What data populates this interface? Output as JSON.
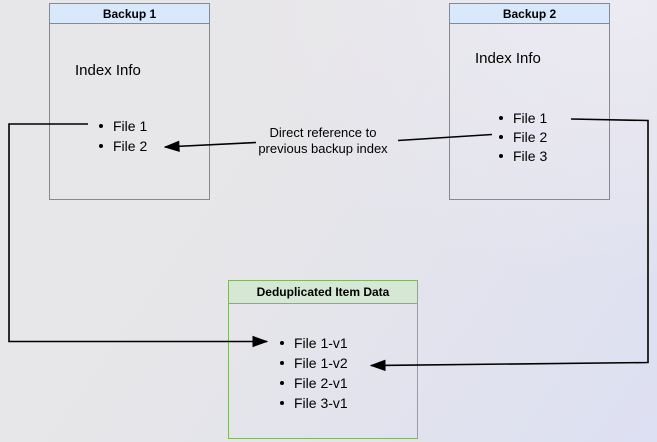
{
  "colors": {
    "blue_fill": "#dae8fc",
    "blue_border": "#6c8ebf",
    "green_fill": "#d5e8d4",
    "green_border": "#82b366",
    "line": "#000000",
    "text": "#000000",
    "bg_a": "#e7e6e8",
    "bg_b": "#eceaf2",
    "bg_c": "#dde0f2"
  },
  "boxes": {
    "backup1": {
      "title": "Backup 1",
      "subtitle": "Index Info",
      "items": [
        "File 1",
        "File 2"
      ]
    },
    "backup2": {
      "title": "Backup 2",
      "subtitle": "Index Info",
      "items": [
        "File 1",
        "File 2",
        "File 3"
      ]
    },
    "dedup": {
      "title": "Deduplicated Item Data",
      "items": [
        "File 1-v1",
        "File 1-v2",
        "File 2-v1",
        "File 3-v1"
      ]
    }
  },
  "annotation": {
    "text": "Direct reference to previous backup index"
  }
}
